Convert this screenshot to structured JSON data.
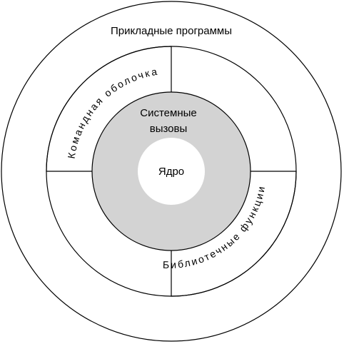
{
  "diagram": {
    "outer_label": "Прикладные программы",
    "shell_label": "Командная оболочка",
    "libs_label": "Библиотечные функции",
    "syscalls_line1": "Системные",
    "syscalls_line2": "вызовы",
    "kernel_label": "Ядро"
  },
  "colors": {
    "stroke": "#000000",
    "background": "#ffffff",
    "syscalls_fill": "#d3d3d3",
    "kernel_fill": "#ffffff"
  }
}
